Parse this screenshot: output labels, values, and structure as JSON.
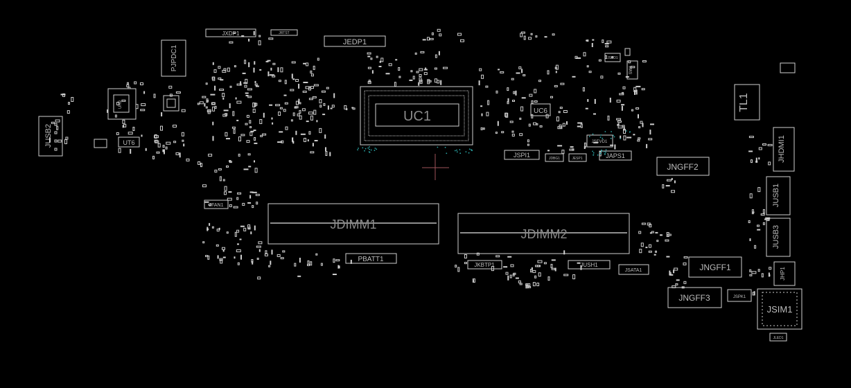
{
  "board": {
    "background": "#000000",
    "outline_color": "#cfcfcf",
    "label_color": "#bdbdbd",
    "via_color": "#2aa6a6",
    "cursor_color": "#a0545a"
  },
  "labels": {
    "jxdp1": "JXDP1",
    "jxdp1_small": "JRTST",
    "jedp1": "JEDP1",
    "pjpdc1": "PJPDC1",
    "jusb2": "JUSB2",
    "ut6": "UT6",
    "uh9": "UH9",
    "uc1": "UC1",
    "uc6": "UC6",
    "jsevd1": "JSEVD1",
    "jspi1": "JSPI1",
    "jdbg1": "JDBG1",
    "jesp1": "JESP1",
    "japs1": "JAPS1",
    "jstd1": "JSTD1",
    "sw1": "SW1",
    "tl1": "TL1",
    "jhdmi1": "JHDMI1",
    "jngff2": "JNGFF2",
    "jusb1": "JUSB1",
    "jusb3": "JUSB3",
    "jfan1": "JFAN1",
    "jdimm1": "JDIMM1",
    "jdimm2": "JDIMM2",
    "pbatt1": "PBATT1",
    "jkbtp1": "JKBTP1",
    "jush1": "JUSH1",
    "jsata1": "JSATA1",
    "jngff1": "JNGFF1",
    "jhp1": "JHP1",
    "jngff3": "JNGFF3",
    "jspk1": "JSPK1",
    "jsim1": "JSIM1",
    "jled1": "JLED1"
  }
}
